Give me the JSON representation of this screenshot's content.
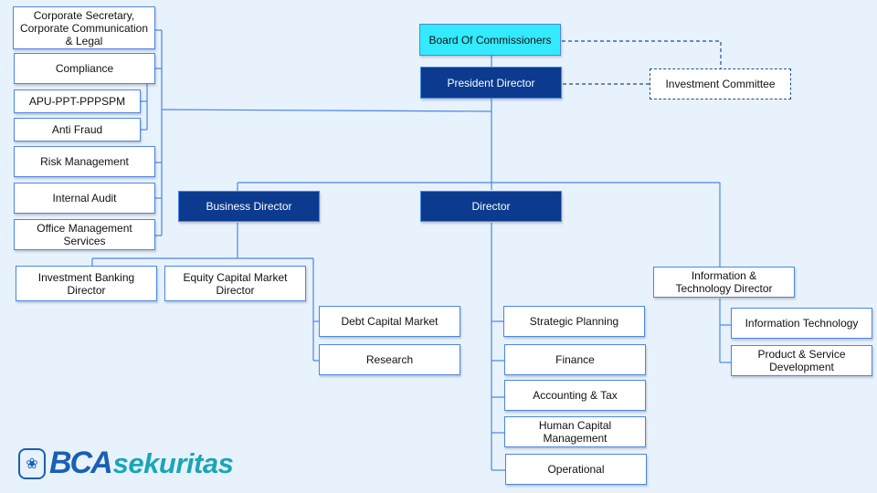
{
  "top": {
    "board": "Board Of Commissioners",
    "president": "President Director",
    "investment_committee": "Investment Committee"
  },
  "left_units": [
    "Corporate Secretary, Corporate Communication & Legal",
    "Compliance",
    "APU-PPT-PPPSPM",
    "Anti Fraud",
    "Risk Management",
    "Internal Audit",
    "Office Management Services"
  ],
  "directors": {
    "business": "Business Director",
    "director": "Director",
    "it": "Information & Technology Director"
  },
  "business_units": {
    "investment_banking": "Investment Banking Director",
    "equity_capital_market": "Equity Capital Market Director",
    "debt_capital_market": "Debt Capital Market",
    "research": "Research"
  },
  "director_units": [
    "Strategic Planning",
    "Finance",
    "Accounting & Tax",
    "Human Capital Management",
    "Operational"
  ],
  "it_units": [
    "Information Technology",
    "Product & Service Development"
  ],
  "logo": {
    "brand": "BCA",
    "suffix": "sekuritas",
    "emblem_icon": "bca-emblem-icon"
  },
  "colors": {
    "background": "#e8f2fc",
    "dark_box": "#0b3a8f",
    "board_box": "#33eaff",
    "line": "#4a86e8"
  }
}
